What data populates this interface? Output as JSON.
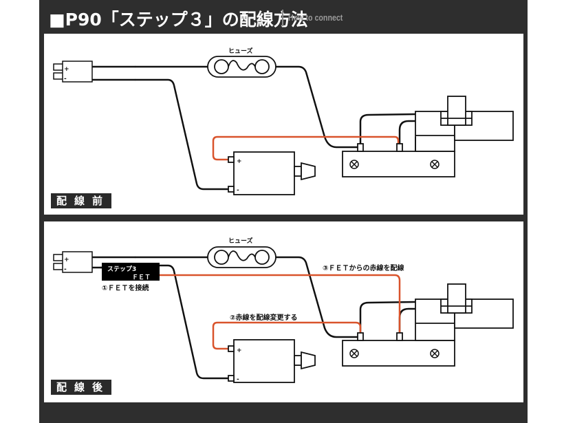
{
  "header": {
    "title": "■P90「ステップ３」の配線方法",
    "subtitle": "How to connect"
  },
  "panels": [
    {
      "id": "before",
      "stage_label": "配線前",
      "labels": {
        "fuse": "ヒューズ",
        "plus": "+",
        "minus": "-"
      }
    },
    {
      "id": "after",
      "stage_label": "配線後",
      "labels": {
        "fuse": "ヒューズ",
        "plus": "+",
        "minus": "-",
        "fet_box_line1": "ステップ3",
        "fet_box_line2": "ＦＥＴ",
        "step1": "①ＦＥＴを接続",
        "step2": "②赤線を配線変更する",
        "step3": "③ＦＥＴからの赤線を配線"
      }
    }
  ],
  "colors": {
    "frame": "#2e2e2e",
    "wire_black": "#111111",
    "wire_red": "#d9532b",
    "background": "#ffffff"
  }
}
